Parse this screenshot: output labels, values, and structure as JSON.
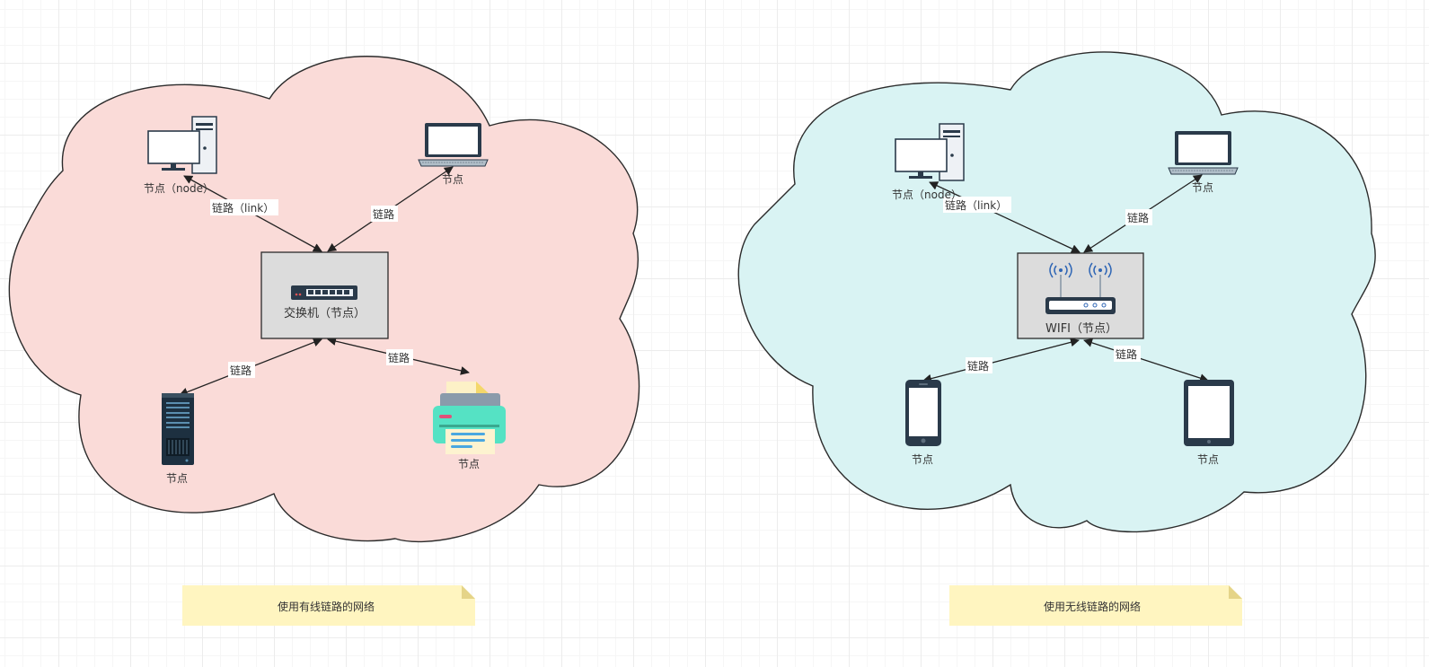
{
  "wired": {
    "pc_label": "节点（node）",
    "laptop_label": "节点",
    "switch_label": "交换机（节点）",
    "server_label": "节点",
    "printer_label": "节点",
    "link_pc_label": "链路（link）",
    "link_laptop_label": "链路",
    "link_server_label": "链路",
    "link_printer_label": "链路",
    "note": "使用有线链路的网络"
  },
  "wireless": {
    "pc_label": "节点（node）",
    "laptop_label": "节点",
    "wifi_label": "WIFI（节点）",
    "phone_label": "节点",
    "tablet_label": "节点",
    "link_pc_label": "链路（link）",
    "link_laptop_label": "链路",
    "link_phone_label": "链路",
    "link_tablet_label": "链路",
    "note": "使用无线链路的网络"
  },
  "colors": {
    "wired_cloud": "#fadbd8",
    "wireless_cloud": "#d9f3f3",
    "device_box": "#dcdcdc",
    "note": "#fff5c0"
  }
}
